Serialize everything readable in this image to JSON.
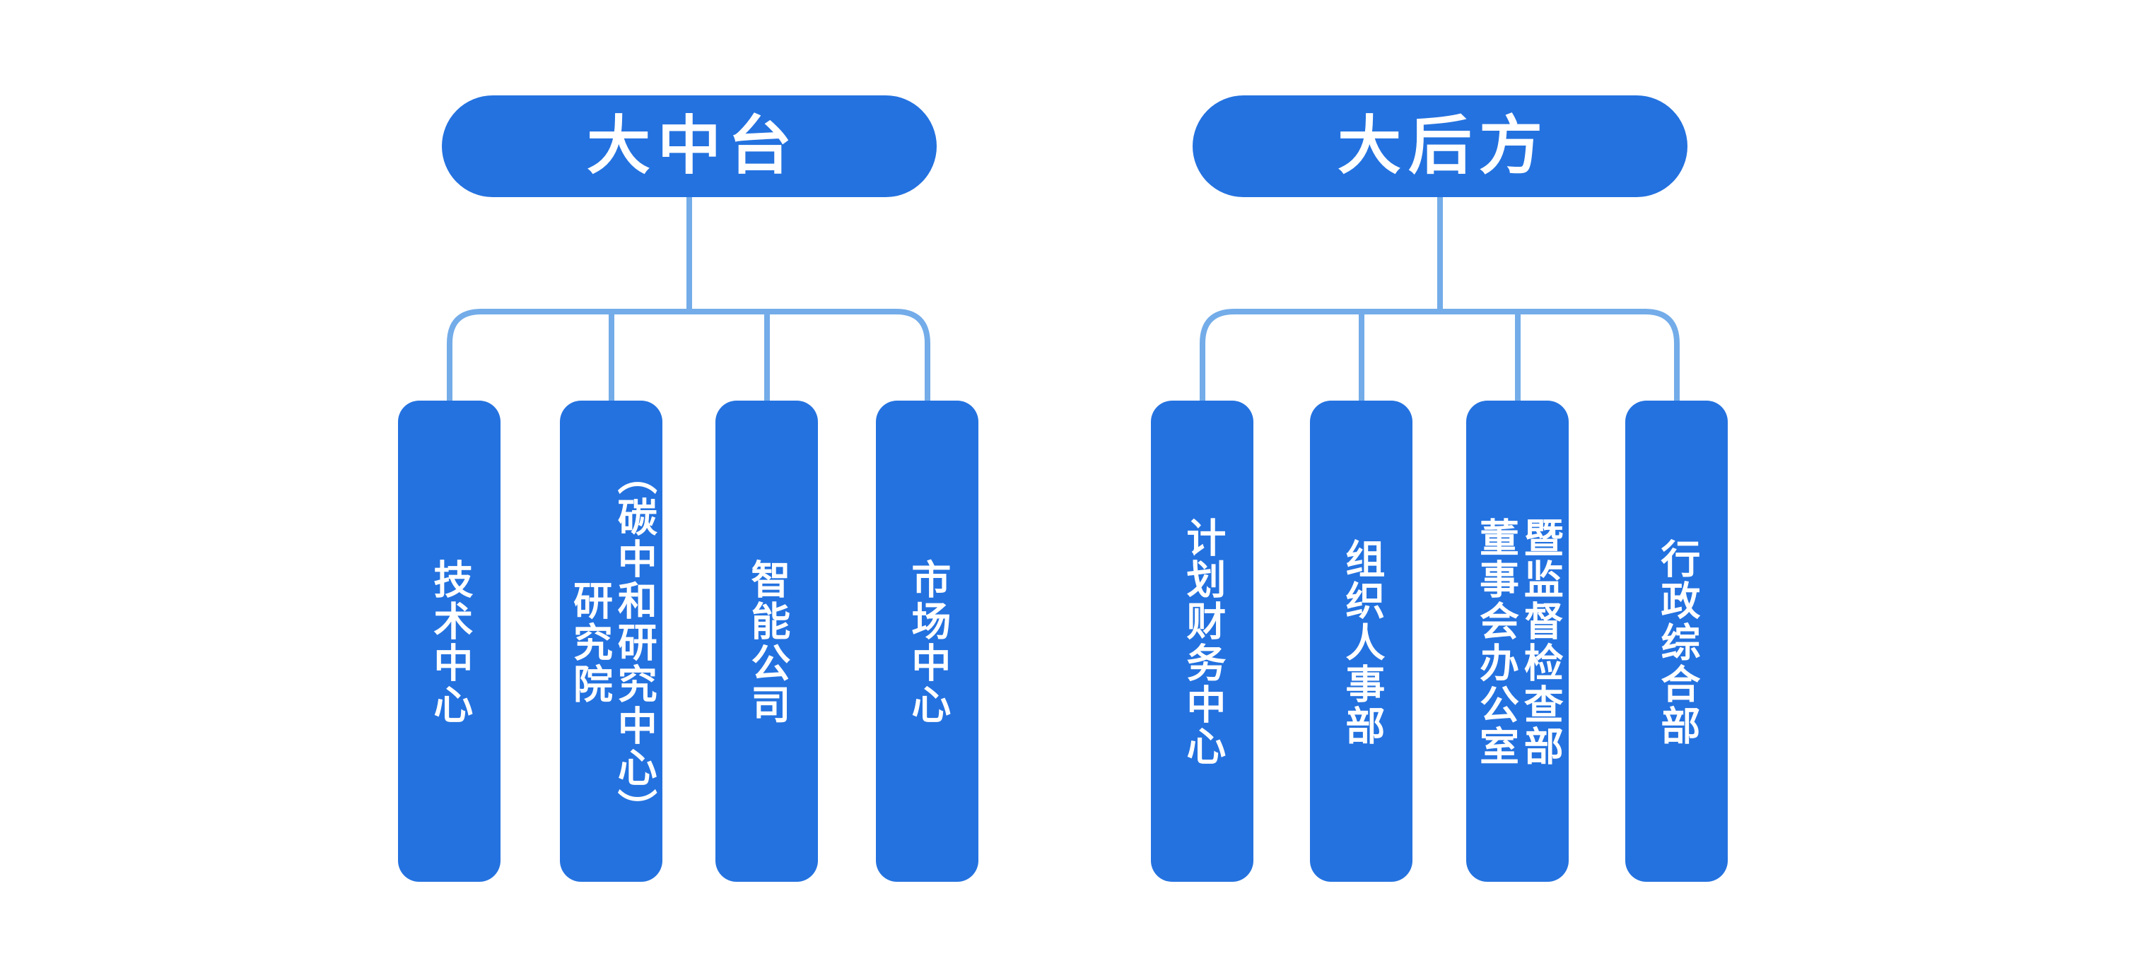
{
  "diagram": {
    "type": "org-chart",
    "colors": {
      "node_fill": "#2472E0",
      "connector": "#73ACE9",
      "text": "#FFFFFF",
      "background": "#FFFFFF"
    },
    "groups": [
      {
        "header": {
          "label": "大中台"
        },
        "children": [
          {
            "label": "技术中心"
          },
          {
            "label": "研究院\n（碳中和研究中心）"
          },
          {
            "label": "智能公司"
          },
          {
            "label": "市场中心"
          }
        ]
      },
      {
        "header": {
          "label": "大后方"
        },
        "children": [
          {
            "label": "计划财务中心"
          },
          {
            "label": "组织人事部"
          },
          {
            "label": "董事会办公室\n暨监督检查部"
          },
          {
            "label": "行政综合部"
          }
        ]
      }
    ]
  }
}
